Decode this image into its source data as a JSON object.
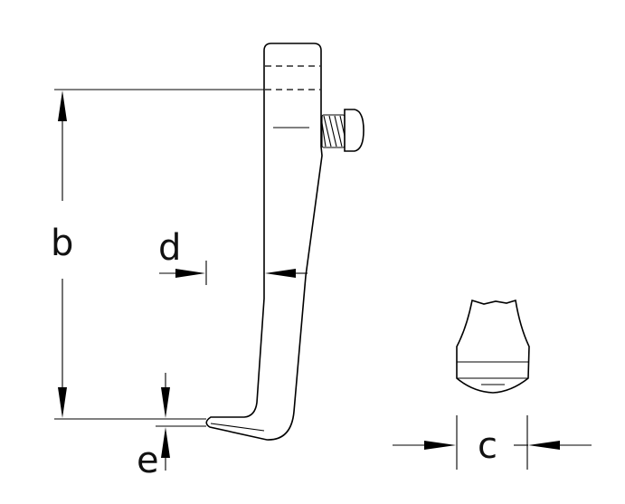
{
  "dimension_labels": {
    "b": "b",
    "c": "c",
    "d": "d",
    "e": "e"
  },
  "colors": {
    "line": "#000000",
    "background": "#ffffff"
  }
}
